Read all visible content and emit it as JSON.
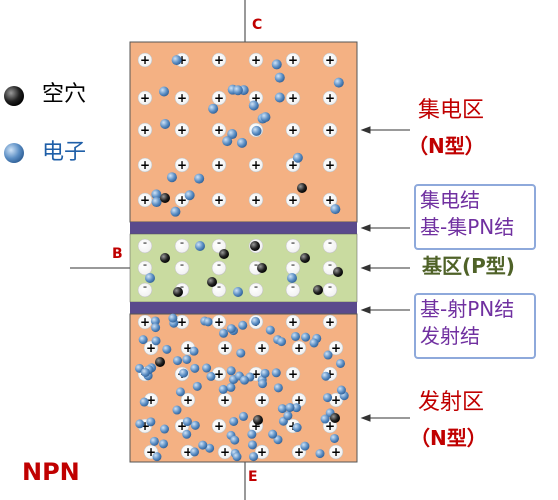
{
  "terminals": {
    "collector": "C",
    "base": "B",
    "emitter": "E"
  },
  "legend": {
    "hole": "空穴",
    "electron": "电子"
  },
  "regions": {
    "collector": {
      "name": "集电区",
      "type": "（N型）"
    },
    "collector_junction": {
      "line1": "集电结",
      "line2": "基-集PN结"
    },
    "base": {
      "name": "基区(P型)"
    },
    "emitter_junction": {
      "line1": "基-射PN结",
      "line2": "发射结"
    },
    "emitter": {
      "name": "发射区",
      "type": "（N型）"
    }
  },
  "transistor_type": "NPN",
  "colors": {
    "n_region": "#f4b183",
    "p_region": "#c9dba0",
    "junction_band": "#5a4a8c",
    "hole": "#1a1a1a",
    "electron": "#5b8ec4",
    "red_text": "#c00000",
    "purple_text": "#7030a0",
    "green_text": "#4f6228"
  }
}
